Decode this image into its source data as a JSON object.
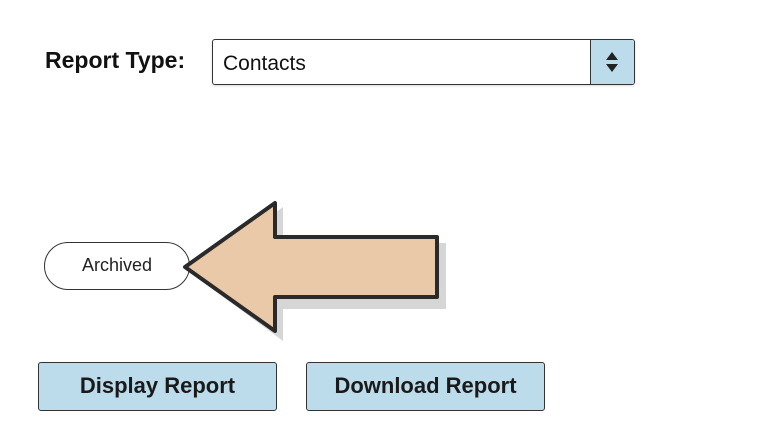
{
  "filter": {
    "label": "Report Type:",
    "selected_value": "Contacts",
    "stepper_icon": "up-down-arrows-icon"
  },
  "archived": {
    "label": "Archived"
  },
  "annotation": {
    "icon": "left-pointing-arrow",
    "color": "#eac9a8"
  },
  "actions": {
    "display_label": "Display Report",
    "download_label": "Download Report"
  },
  "colors": {
    "button_fill": "#bcdcec",
    "border": "#333333"
  }
}
